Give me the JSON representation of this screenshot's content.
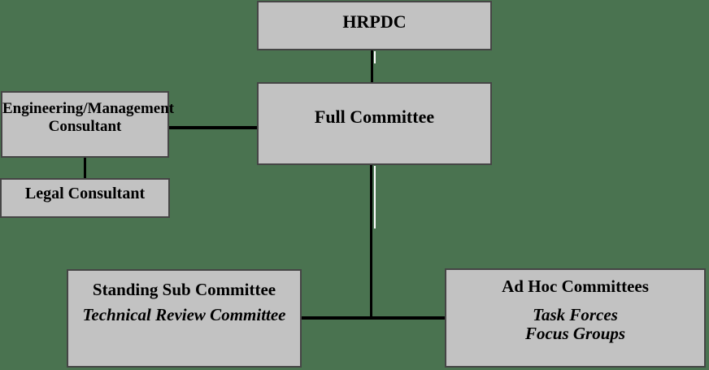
{
  "colors": {
    "background": "#4A7350",
    "box_fill": "#C2C2C2",
    "box_border": "#454545",
    "connector": "#000000",
    "connector_highlight": "#FFFFFF",
    "text": "#000000"
  },
  "nodes": {
    "hrpdc": {
      "label": "HRPDC"
    },
    "full_committee": {
      "label": "Full Committee"
    },
    "engineering_management_consultant": {
      "lines": [
        "Engineering/Management",
        "Consultant"
      ]
    },
    "legal_consultant": {
      "label": "Legal Consultant"
    },
    "standing_sub_committee": {
      "title": "Standing Sub Committee",
      "subtitle": "Technical Review Committee"
    },
    "ad_hoc_committees": {
      "title": "Ad Hoc Committees",
      "subtitles": [
        "Task Forces",
        "Focus Groups"
      ]
    }
  },
  "edges": [
    {
      "from": "HRPDC",
      "to": "Full Committee"
    },
    {
      "from": "Full Committee",
      "to": "Engineering/Management Consultant"
    },
    {
      "from": "Engineering/Management Consultant",
      "to": "Legal Consultant"
    },
    {
      "from": "Full Committee",
      "to": "Standing Sub Committee"
    },
    {
      "from": "Full Committee",
      "to": "Ad Hoc Committees"
    }
  ]
}
